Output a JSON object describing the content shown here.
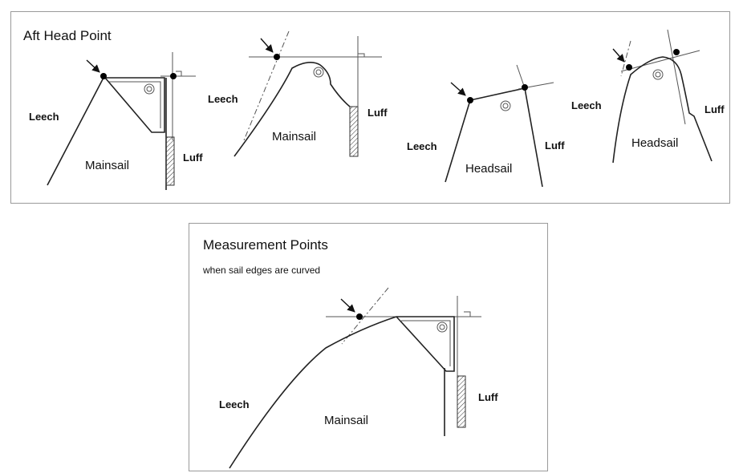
{
  "top_panel": {
    "title": "Aft Head Point",
    "diagrams": [
      {
        "leech": "Leech",
        "luff": "Luff",
        "sail": "Mainsail"
      },
      {
        "leech": "Leech",
        "luff": "Luff",
        "sail": "Mainsail"
      },
      {
        "leech": "Leech",
        "luff": "Luff",
        "sail": "Headsail"
      },
      {
        "leech": "Leech",
        "luff": "Luff",
        "sail": "Headsail"
      }
    ]
  },
  "bottom_panel": {
    "title": "Measurement Points",
    "subtitle": "when sail edges are curved",
    "diagram": {
      "leech": "Leech",
      "luff": "Luff",
      "sail": "Mainsail"
    }
  },
  "colors": {
    "line": "#222222",
    "border": "#9a9a9a",
    "background": "#ffffff"
  }
}
